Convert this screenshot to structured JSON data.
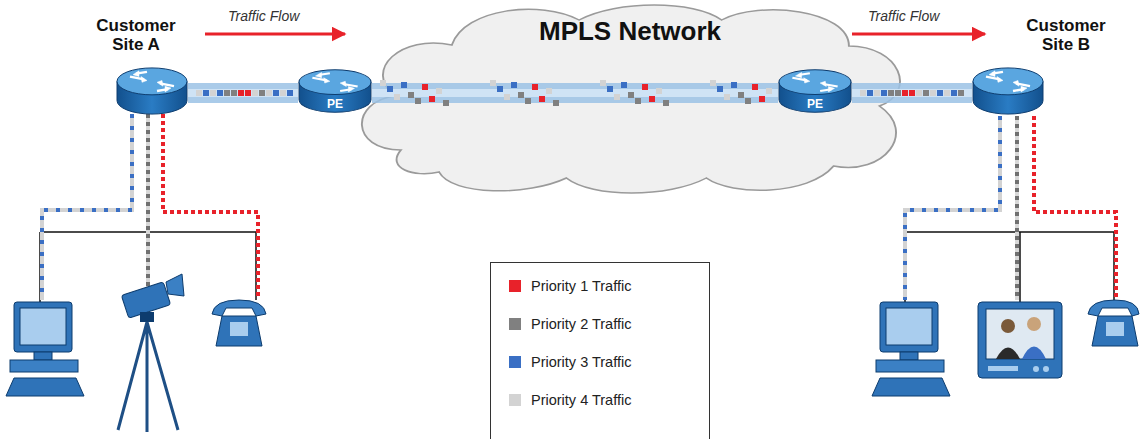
{
  "diagram": {
    "nodes": [
      {
        "text": [
          "Customer Site A"
        ]
      },
      {
        "text": [
          "PE"
        ]
      },
      {
        "text": [
          "MPLS Network"
        ]
      },
      {
        "text": [
          "PE"
        ]
      },
      {
        "text": [
          "Customer Site B"
        ]
      }
    ],
    "edges": [
      {
        "from": 0,
        "to": 1,
        "arrow": "none"
      },
      {
        "from": 1,
        "to": 3,
        "arrow": "none"
      },
      {
        "from": 3,
        "to": 4,
        "arrow": "none"
      }
    ],
    "labels": [
      "Traffic Flow",
      "Traffic Flow"
    ],
    "legend": [
      {
        "text": "Priority 1 Traffic",
        "color": "#e8222a"
      },
      {
        "text": "Priority 2 Traffic",
        "color": "#808080"
      },
      {
        "text": "Priority 3 Traffic",
        "color": "#3a6fc4"
      },
      {
        "text": "Priority 4 Traffic",
        "color": "#d3d3d3"
      }
    ]
  }
}
